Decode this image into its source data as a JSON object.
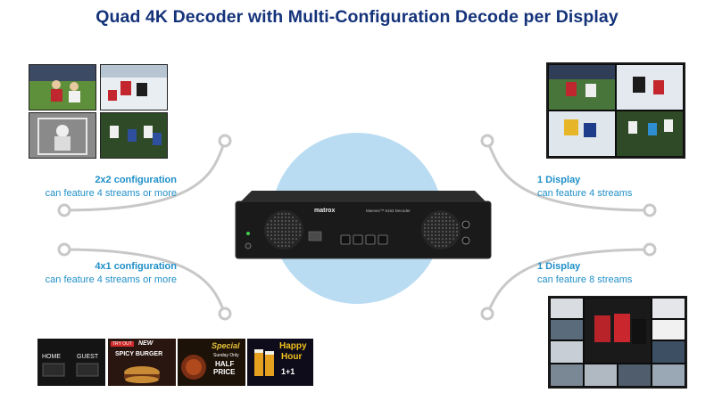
{
  "title": "Quad 4K Decoder with Multi-Configuration Decode per Display",
  "configs": {
    "top_left": {
      "heading": "2x2 configuration",
      "text": "can feature 4 streams or more"
    },
    "bottom_left": {
      "heading": "4x1 configuration",
      "text": "can feature 4 streams or more"
    },
    "top_right": {
      "heading": "1 Display",
      "text": "can feature 4 streams"
    },
    "bottom_right": {
      "heading": "1 Display",
      "text": "can feature 8 streams"
    }
  },
  "device": {
    "brand": "matrox",
    "model": "Maevex™ 6152 Decoder"
  },
  "banners": {
    "scoreboard": {
      "line1": "HOME",
      "line2": "GUEST"
    },
    "burger": {
      "tag": "TRY OUT",
      "new": "NEW",
      "name": "SPICY BURGER"
    },
    "special": {
      "word": "Special",
      "sub": "Sunday Only",
      "half": "HALF",
      "price": "PRICE"
    },
    "happy": {
      "word1": "Happy",
      "word2": "Hour",
      "deal": "1+1"
    }
  },
  "colors": {
    "title": "#14337a",
    "caption": "#1f8fc8",
    "connector": "#c8c8c8",
    "circle": "#b9dcf2"
  }
}
